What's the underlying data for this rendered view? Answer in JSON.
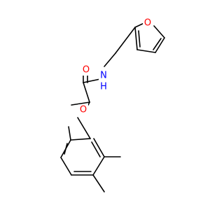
{
  "molecule": {
    "atoms": [
      {
        "id": "o_furan",
        "symbol": "O",
        "color": "#ff0000"
      },
      {
        "id": "o_carbonyl",
        "symbol": "O",
        "color": "#ff0000"
      },
      {
        "id": "n_amide",
        "symbol": "N",
        "color": "#0000ff"
      },
      {
        "id": "h_amide",
        "symbol": "H",
        "color": "#0000ff"
      },
      {
        "id": "o_ether",
        "symbol": "O",
        "color": "#ff0000"
      }
    ]
  }
}
